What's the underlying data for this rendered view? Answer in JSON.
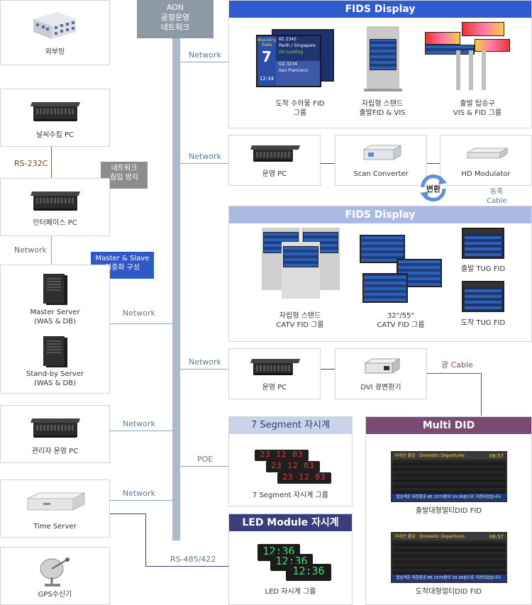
{
  "left": {
    "external_network": "외부망",
    "weather_pc": "날씨수집 PC",
    "rs232c": "RS-232C",
    "ids_tag": "네트워크\n침입 방지",
    "interface_pc": "인터페이스 PC",
    "network": "Network",
    "master_slave_tag": "Master & Slave\n이중화 구성",
    "master_server": "Master Server\n(WAS & DB)",
    "standby_server": "Stand-by Server\n(WAS & DB)",
    "admin_pc": "관리자 운영 PC",
    "time_server": "Time Server",
    "gps": "GPS수신기"
  },
  "backbone": {
    "title": "AON\n공항운영\n네트워크"
  },
  "links": {
    "network1": "Network",
    "network2": "Network",
    "network3": "Network",
    "network4": "Network",
    "network5": "Network",
    "network6": "Network",
    "poe": "POE",
    "rs485": "RS-485/422",
    "coax": "동축\nCable",
    "optical": "광 Cable",
    "convert": "변환"
  },
  "fids1": {
    "header": "FIDS Display",
    "arrival_fid": "도착 수하물 FID\n그룹",
    "standalone": "자립형 스탠드\n출발FID & VIS",
    "gate_vis": "출발 탑승구\nVIS & FID 그룹",
    "screen_flight1": "KE 2345",
    "screen_dest1": "Perth / Singapore",
    "screen_status": "On Loading",
    "screen_flight2": "OZ 3234",
    "screen_dest2": "San Francisco",
    "screen_gate": "7",
    "screen_time": "12:34",
    "screen_label": "Boarding Gate"
  },
  "ops_row1": {
    "ops_pc": "운영 PC",
    "scan_converter": "Scan Converter",
    "hd_modulator": "HD Modulator"
  },
  "fids2": {
    "header": "FIDS Display",
    "catv_stand": "자립형 스탠드\nCATV FID 그룹",
    "catv_monitor": "32\"/55\"\nCATV FID 그룹",
    "tug_dep": "출발 TUG FID",
    "tug_arr": "도착 TUG FID"
  },
  "ops_row2": {
    "ops_pc": "운영 PC",
    "dvi": "DVI 광변환기"
  },
  "seg7": {
    "header": "7 Segment 자시계",
    "caption": "7 Segment 자시계 그룹",
    "display": "23 12 03"
  },
  "led_clock": {
    "header": "LED Module 자시계",
    "caption": "LED 자시계 그룹",
    "display1": "12:36",
    "display2": "12:36",
    "display3": "12:36"
  },
  "multi_did": {
    "header": "Multi DID",
    "dep_caption": "출발대형멀티DID FID",
    "arr_caption": "도착대형멀티DID FID",
    "did_title": "국내선 출발 · Domestic Departures",
    "did_time": "08:57",
    "did_notice": "탑승객은 대한항공 KE 2373편이 10:30분으로 지연되었습니다."
  },
  "colors": {
    "fids_header": "#2e5bd0",
    "fids2_header": "#aabbe3",
    "seg_header": "#c9d3ea",
    "led_header": "#3a3f7c",
    "did_header": "#7a4a72",
    "backbone": "#aab9cb",
    "tag_gray": "#8c8c8c",
    "tag_blue": "#2f59c6"
  }
}
